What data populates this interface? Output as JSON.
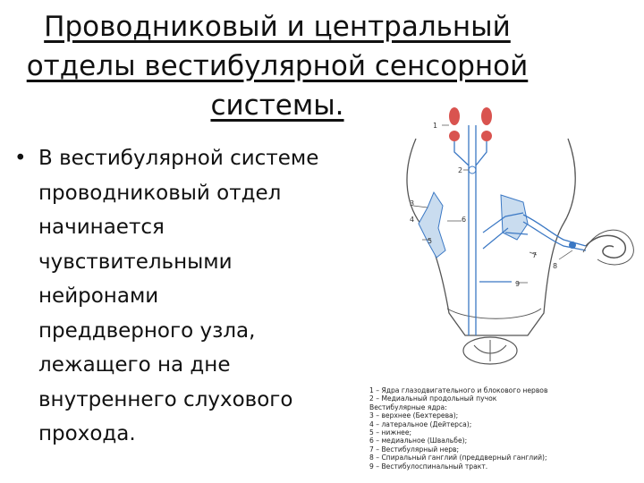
{
  "slide": {
    "title_lines": [
      "Проводниковый и центральный",
      "отделы вестибулярной сенсорной",
      "системы."
    ],
    "bullet_marker": "•",
    "bullet_lines": [
      "В вестибулярной системе",
      "проводниковый отдел",
      "начинается",
      "чувствительными",
      "нейронами",
      "преддверного узла,",
      "лежащего на дне",
      "внутреннего слухового",
      "прохода."
    ]
  },
  "figure": {
    "callouts": [
      "1",
      "2",
      "3",
      "4",
      "5",
      "6",
      "7",
      "8",
      "9"
    ],
    "colors": {
      "nucleus": "#d9534f",
      "pathway": "#3b78c4",
      "nuclei_fill": "#c9dcef",
      "outline": "#555555"
    }
  },
  "legend": {
    "lines": [
      "1 – Ядра глазодвигательного и блокового нервов",
      "2 – Медиальный продольный пучок",
      "Вестибулярные ядра:",
      "3 – верхнее (Бехтерева);",
      "4 – латеральное (Дейтерса);",
      "5 – нижнее;",
      "6 – медиальное (Швальбе);",
      "7 – Вестибулярный нерв;",
      "8 – Спиральный ганглий (преддверный ганглий);",
      "9 – Вестибулоспинальный тракт."
    ]
  }
}
